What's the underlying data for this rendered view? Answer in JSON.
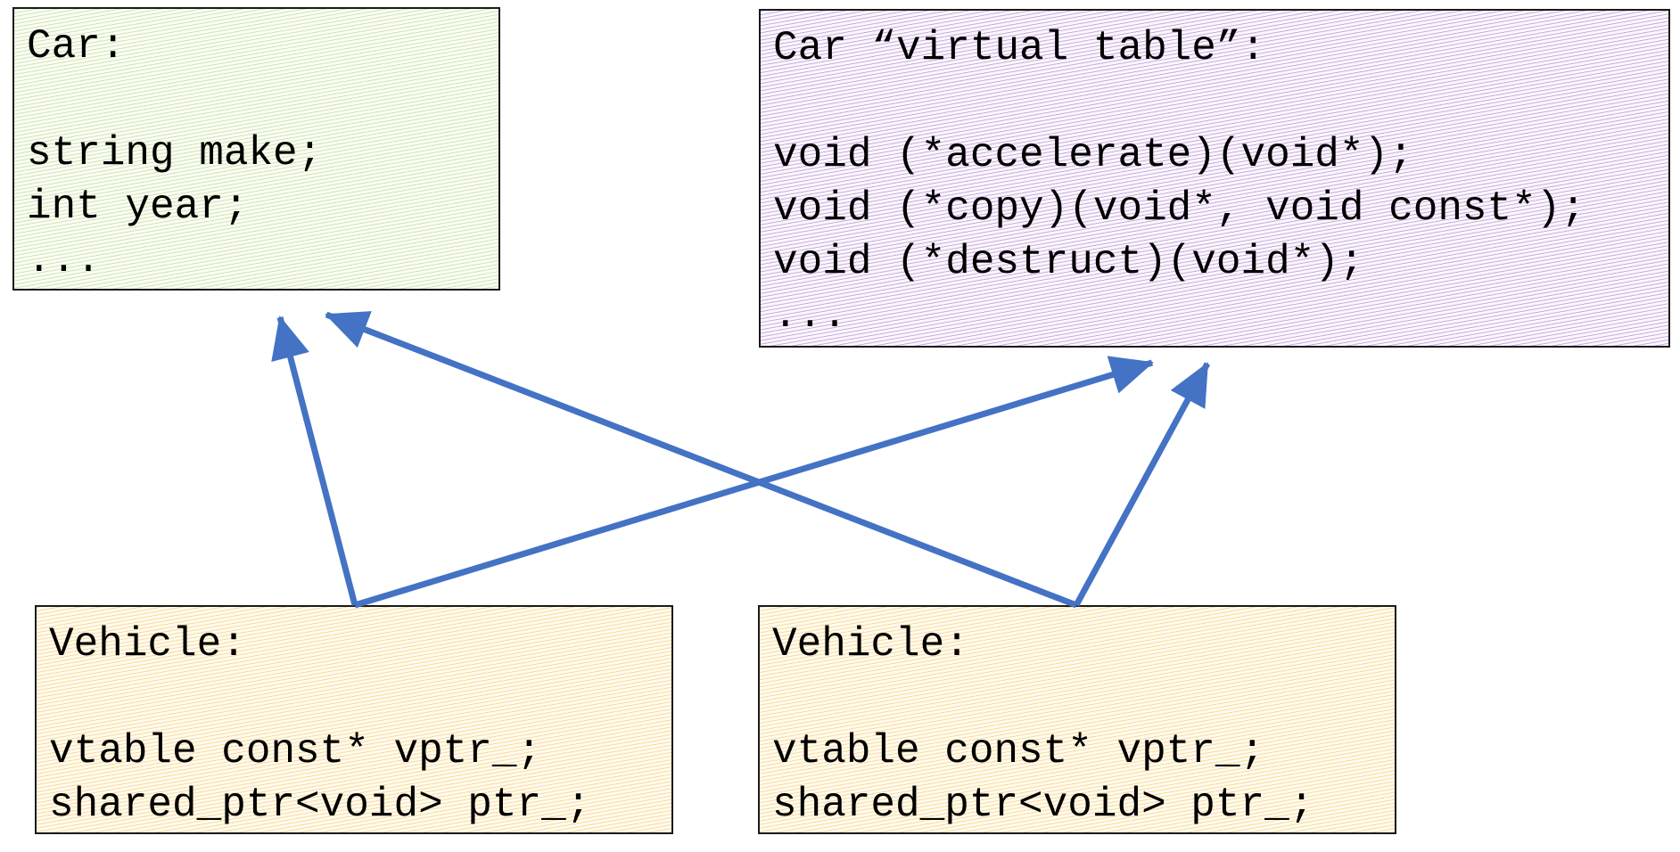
{
  "car": {
    "title": "Car:",
    "fields": [
      "string make;",
      "int year;",
      "..."
    ]
  },
  "vtable": {
    "title": "Car “virtual table”:",
    "fields": [
      "void (*accelerate)(void*);",
      "void (*copy)(void*, void const*);",
      "void (*destruct)(void*);",
      "..."
    ]
  },
  "vehicles": [
    {
      "title": "Vehicle:",
      "fields": [
        "vtable const* vptr_;",
        "shared_ptr<void> ptr_;"
      ]
    },
    {
      "title": "Vehicle:",
      "fields": [
        "vtable const* vptr_;",
        "shared_ptr<void> ptr_;"
      ]
    }
  ],
  "colors": {
    "arrow": "#4472c4",
    "car_fill": "#96c864",
    "vtable_fill": "#8c50b4",
    "vehicle_fill": "#f0b43c",
    "border": "#1a1a1a"
  }
}
